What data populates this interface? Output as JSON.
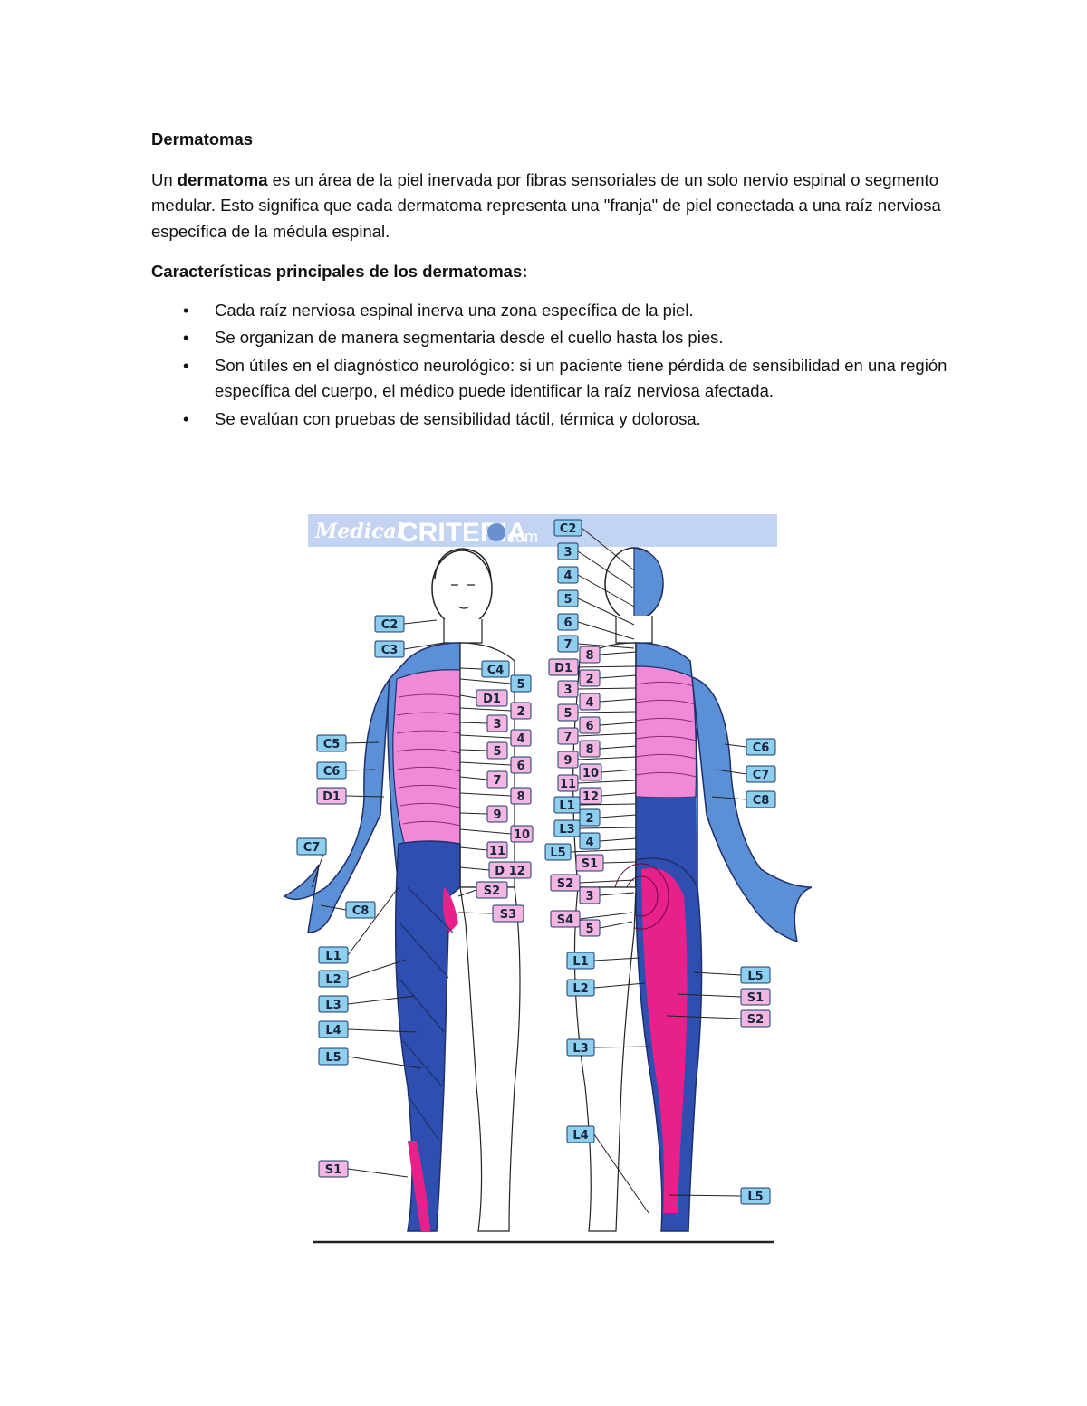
{
  "document": {
    "title": "Dermatomas",
    "intro": {
      "prefix": "Un ",
      "term": "dermatoma",
      "rest": " es un área de la piel inervada por fibras sensoriales de un solo nervio espinal o segmento medular. Esto significa que cada dermatoma representa una \"franja\" de piel conectada a una raíz nerviosa específica de la médula espinal."
    },
    "features_heading": "Características principales de los dermatomas:",
    "bullet_symbol": "•",
    "bullets": [
      "Cada raíz nerviosa espinal inerva una zona específica de la piel.",
      "Se organizan de manera segmentaria desde el cuello hasta los pies.",
      "Son útiles en el diagnóstico neurológico: si un paciente tiene pérdida de sensibilidad en una región específica del cuerpo, el médico puede identificar la raíz nerviosa afectada.",
      "Se evalúan con pruebas de sensibilidad táctil, térmica y dolorosa."
    ]
  },
  "figure": {
    "watermark": {
      "script": "Medical",
      "main": "CRITERIA",
      "suffix": "com"
    },
    "colors": {
      "light_blue": "#5b8fd6",
      "dark_blue": "#2f4fb0",
      "pink": "#f08ad8",
      "magenta": "#e8208a",
      "label_blue": "#8ecfee",
      "label_pink": "#f3b6e0",
      "banner": "#c3d3f2"
    },
    "front_left_labels": [
      "C2",
      "C3",
      "C5",
      "C6",
      "D1",
      "C7",
      "C8",
      "L1",
      "L2",
      "L3",
      "L4",
      "L5",
      "S1"
    ],
    "front_right_labels": [
      "C4",
      "5",
      "D1",
      "2",
      "3",
      "4",
      "5",
      "6",
      "7",
      "8",
      "9",
      "10",
      "11",
      "D 12",
      "S2",
      "S3"
    ],
    "back_left_labels": [
      "C2",
      "3",
      "4",
      "5",
      "6",
      "7",
      "8",
      "D1",
      "2",
      "3",
      "4",
      "5",
      "6",
      "7",
      "8",
      "9",
      "10",
      "11",
      "12",
      "L1",
      "2",
      "L3",
      "4",
      "L5",
      "S1",
      "S2",
      "3",
      "S4",
      "5",
      "L1",
      "L2",
      "L3",
      "L4"
    ],
    "back_right_labels": [
      "C6",
      "C7",
      "C8",
      "L5",
      "S1",
      "S2",
      "L5"
    ]
  }
}
